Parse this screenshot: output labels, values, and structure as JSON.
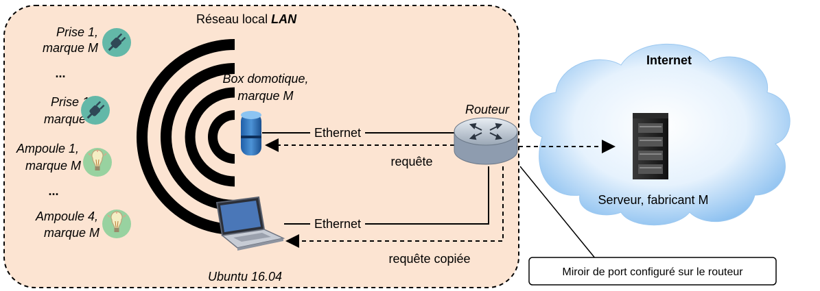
{
  "lan": {
    "title_prefix": "Réseau local ",
    "title_em": "LAN",
    "devices": [
      {
        "line1": "Prise 1,",
        "line2": "marque M",
        "icon": "plug-icon"
      },
      {
        "ellipsis": "..."
      },
      {
        "line1": "Prise 12,",
        "line2": "marque M",
        "icon": "plug-icon"
      },
      {
        "line1": "Ampoule 1,",
        "line2": "marque M",
        "icon": "bulb-icon"
      },
      {
        "ellipsis": "..."
      },
      {
        "line1": "Ampoule 4,",
        "line2": "marque M",
        "icon": "bulb-icon"
      }
    ],
    "box": {
      "line1": "Box domotique,",
      "line2": "marque M"
    },
    "laptop": {
      "label": "Ubuntu 16.04"
    },
    "router": {
      "label": "Routeur"
    },
    "links": {
      "ethernet_box": "Ethernet",
      "ethernet_laptop": "Ethernet",
      "request": "requête",
      "request_copy": "requête copiée"
    }
  },
  "internet": {
    "title": "Internet",
    "server_label": "Serveur, fabricant M"
  },
  "callout": {
    "text": "Miroir de port configuré sur le routeur"
  },
  "colors": {
    "lan_fill": "#fce4d2",
    "cloud_blue": "#a9d1f5",
    "icon_teal": "#63b8a8",
    "bulb_fill": "#e8ddb0"
  }
}
